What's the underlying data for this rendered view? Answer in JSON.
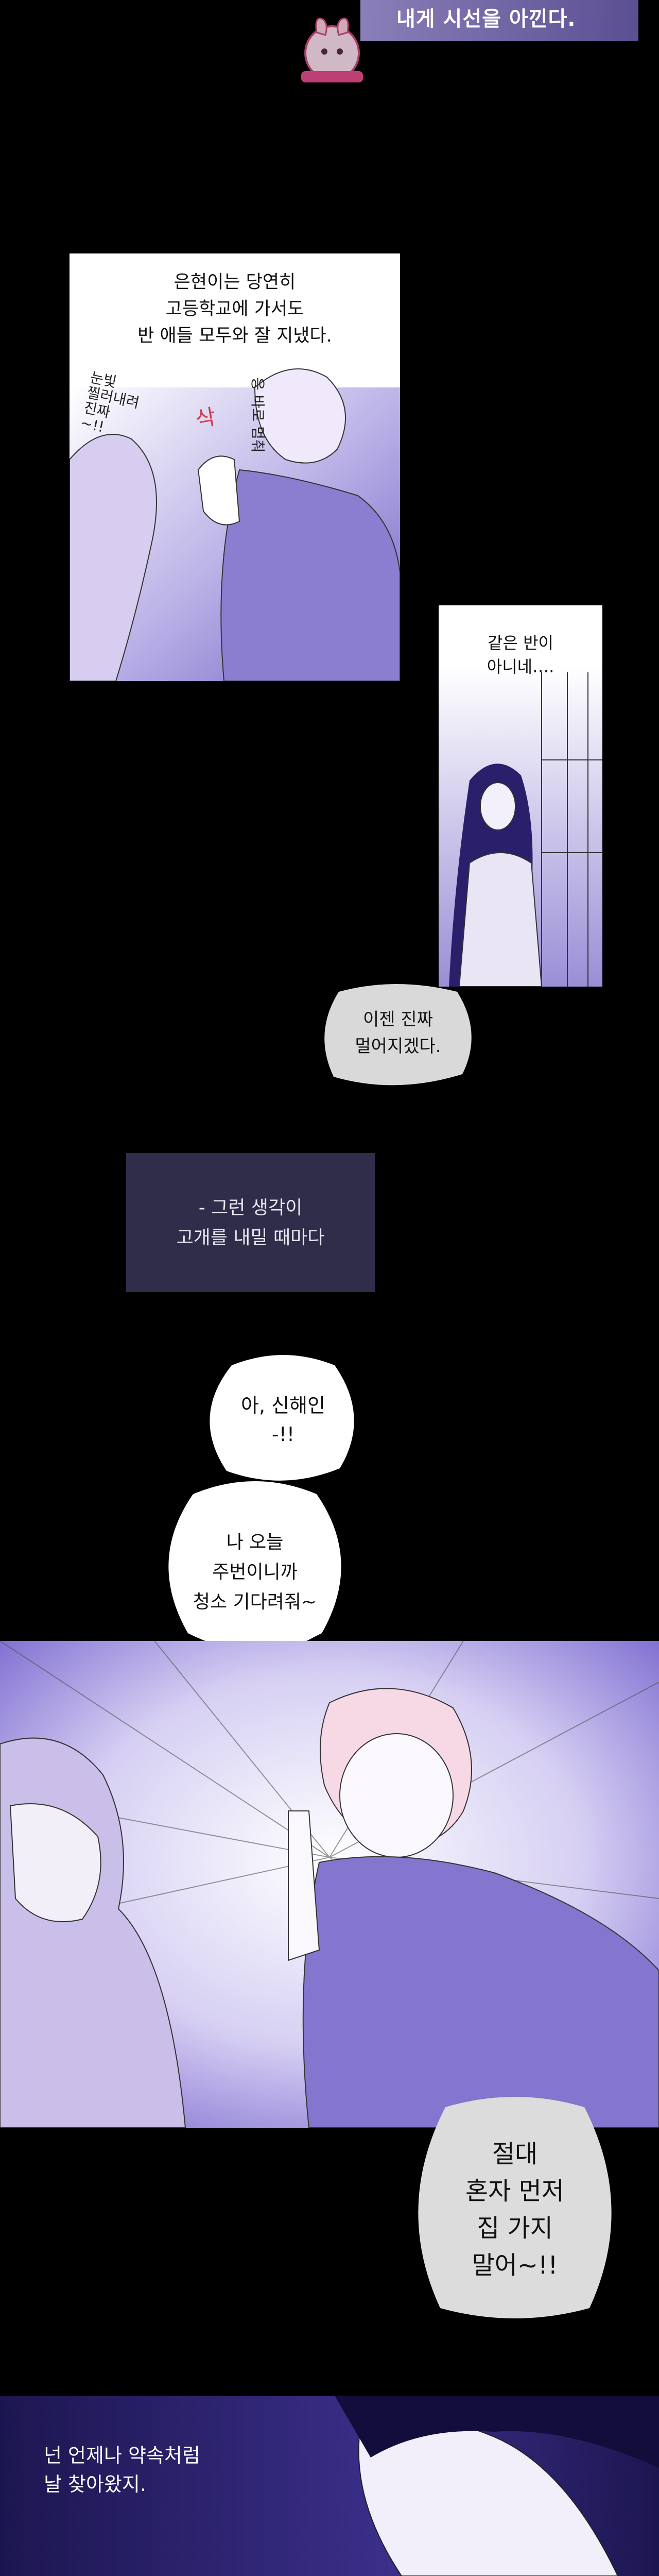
{
  "top_strip": {
    "text": "내게 시선을 아낀다."
  },
  "panel_1": {
    "caption_lines": [
      "은현이는 당연히",
      "고등학교에 가서도",
      "반 애들 모두와 잘 지냈다."
    ],
    "sfx_left": [
      "눈빛",
      "찔러내려",
      "진짜",
      "~!!"
    ],
    "sfx_right": [
      "응 바로",
      "멈춰"
    ],
    "sfx_mark": "삭"
  },
  "panel_2": {
    "caption_lines": [
      "같은 반이",
      "아니네…."
    ]
  },
  "bubble_far": {
    "lines": [
      "이젠 진짜",
      "멀어지겠다."
    ]
  },
  "caption_box": {
    "lines": [
      "- 그런 생각이",
      "고개를 내밀 때마다"
    ]
  },
  "bubble_ah": {
    "lines": [
      "아, 신해인",
      "-!!"
    ]
  },
  "bubble_clean": {
    "lines": [
      "나 오늘",
      "주번이니까",
      "청소 기다려줘~"
    ]
  },
  "bubble_alone": {
    "lines": [
      "절대",
      "혼자 먼저",
      "집 가지",
      "말어~!!"
    ]
  },
  "panel_4": {
    "caption_lines": [
      "넌 언제나 약속처럼",
      "날 찾아왔지."
    ]
  },
  "colors": {
    "background": "#000000",
    "accent_purple": "#6a5acd",
    "caption_box": "#2f2d4a",
    "bubble_gray": "#dcdcdc"
  }
}
